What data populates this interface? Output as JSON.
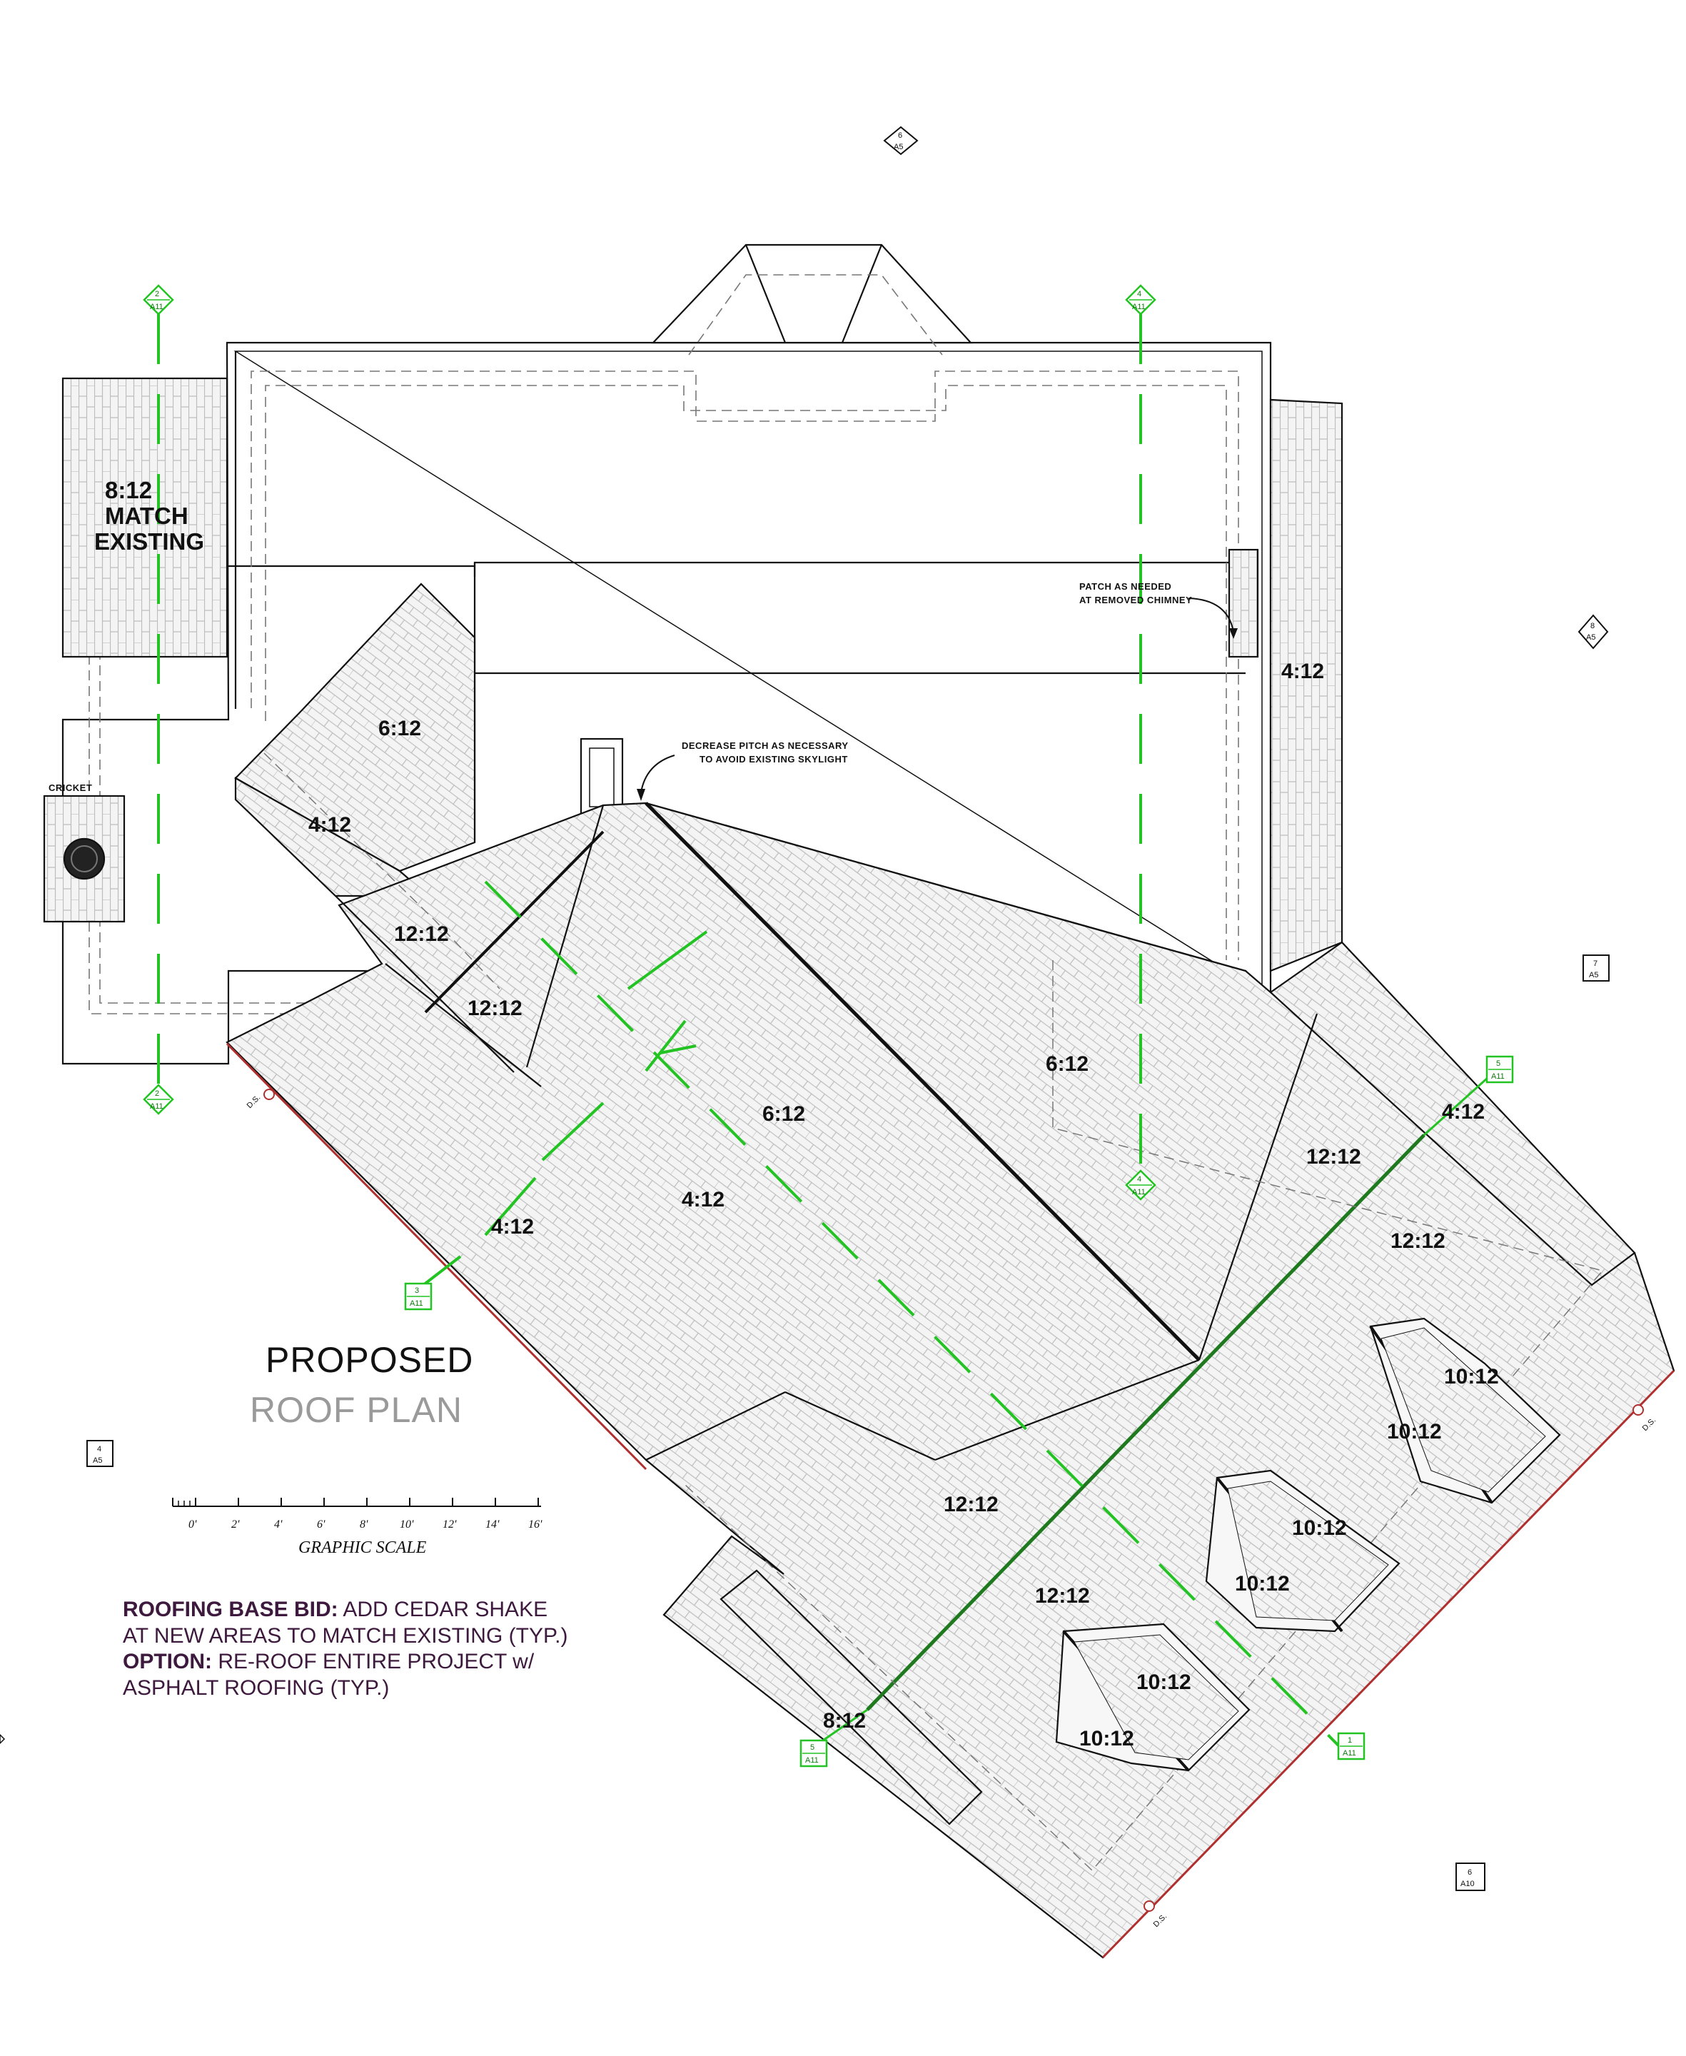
{
  "title": {
    "line1": "PROPOSED",
    "line2": "ROOF PLAN"
  },
  "graphic_scale": {
    "caption": "GRAPHIC SCALE",
    "ticks": [
      "0'",
      "2'",
      "4'",
      "6'",
      "8'",
      "10'",
      "12'",
      "14'",
      "16'"
    ]
  },
  "notes": {
    "base_bid_label": "ROOFING BASE BID:",
    "base_bid_text_1": "ADD CEDAR SHAKE",
    "base_bid_text_2": "AT NEW AREAS TO MATCH EXISTING (TYP.)",
    "option_label": "OPTION:",
    "option_text_1": "RE-ROOF ENTIRE PROJECT w/",
    "option_text_2": "ASPHALT ROOFING (TYP.)",
    "patch_line1": "PATCH AS NEEDED",
    "patch_line2": "AT REMOVED CHIMNEY",
    "decrease_line1": "DECREASE PITCH AS NECESSARY",
    "decrease_line2": "TO AVOID EXISTING SKYLIGHT",
    "cricket": "CRICKET",
    "match_existing_line2": "MATCH",
    "match_existing_line3": "EXISTING"
  },
  "pitches": {
    "p_8_12_top": "8:12",
    "p_4_12_right": "4:12",
    "p_6_12_a": "6:12",
    "p_4_12_a": "4:12",
    "p_12_12_a": "12:12",
    "p_12_12_b": "12:12",
    "p_6_12_b": "6:12",
    "p_6_12_c": "6:12",
    "p_4_12_b": "4:12",
    "p_4_12_c": "4:12",
    "p_4_12_d": "4:12",
    "p_12_12_c": "12:12",
    "p_12_12_d": "12:12",
    "p_10_12_a": "10:12",
    "p_10_12_b": "10:12",
    "p_12_12_e": "12:12",
    "p_10_12_c": "10:12",
    "p_10_12_d": "10:12",
    "p_12_12_f": "12:12",
    "p_10_12_e": "10:12",
    "p_10_12_f": "10:12",
    "p_8_12_bottom": "8:12"
  },
  "section_markers": {
    "s2_num": "2",
    "s2_sheet": "A11",
    "s4_num": "4",
    "s4_sheet": "A11",
    "s3_num": "3",
    "s3_sheet": "A11",
    "s5_num": "5",
    "s5_sheet": "A11",
    "s1_num": "1",
    "s1_sheet": "A11"
  },
  "elevation_tags": {
    "e6_num": "6",
    "e6_sheet": "A5",
    "e8_num": "8",
    "e8_sheet": "A5",
    "e7_num": "7",
    "e7_sheet": "A5",
    "e4_num": "4",
    "e4_sheet": "A5",
    "e6b_num": "6",
    "e6b_sheet": "A10"
  },
  "downspout_label": "D.S.",
  "colors": {
    "line": "#111111",
    "section_line": "#22c322",
    "gutter": "#b03030",
    "ridge": "#1f7a1f",
    "notes_text": "#3d1a3d",
    "title_gray": "#9a9a9a"
  }
}
